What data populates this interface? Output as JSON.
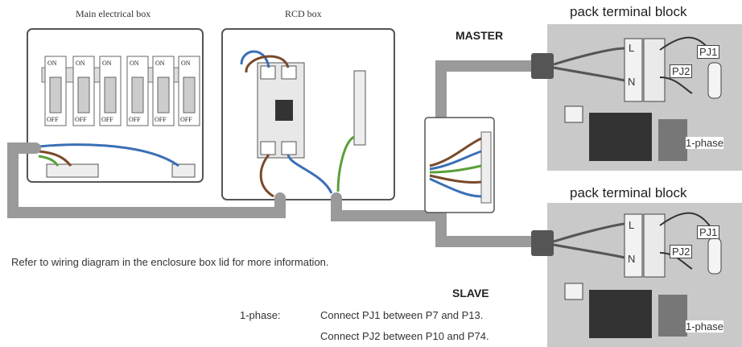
{
  "labels": {
    "main_box": "Main electrical box",
    "rcd_box": "RCD box",
    "master": "MASTER",
    "slave": "SLAVE",
    "terminal_block_top": "pack terminal block",
    "terminal_block_bottom": "pack terminal block",
    "note": "Refer to wiring diagram in the enclosure box lid for more information.",
    "phase_prefix": "1-phase:",
    "instruction_1": "Connect PJ1 between P7 and P13.",
    "instruction_2": "Connect PJ2 between P10 and P74.",
    "phase_tag_top": "1-phase",
    "phase_tag_bottom": "1-phase",
    "pj1_top": "PJ1",
    "pj2_top": "PJ2",
    "pj1_bottom": "PJ1",
    "pj2_bottom": "PJ2",
    "l_top": "L",
    "n_top": "N",
    "l_bottom": "L",
    "n_bottom": "N",
    "switch_on": [
      "ON",
      "ON",
      "ON",
      "ON",
      "ON",
      "ON"
    ],
    "switch_off": [
      "OFF",
      "OFF",
      "OFF",
      "OFF",
      "OFF",
      "OFF"
    ]
  },
  "colors": {
    "cable_gray": "#9a9a9a",
    "wire_blue": "#3b6fb5",
    "wire_brown": "#7a4a2a",
    "wire_green": "#5aa03a",
    "panel_gray": "#c9c9c9"
  }
}
